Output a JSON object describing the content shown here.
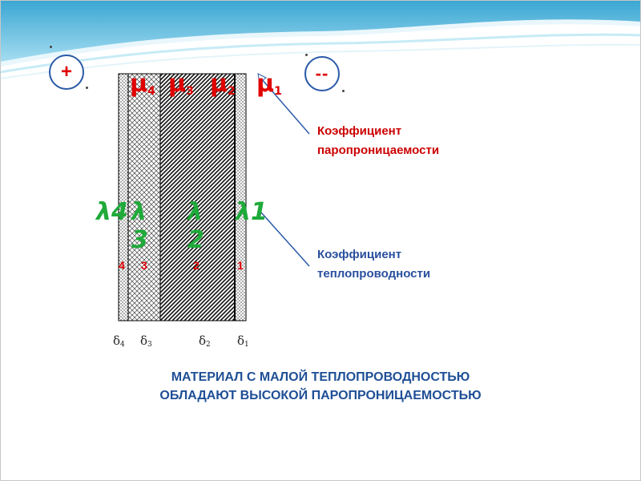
{
  "colors": {
    "red": "#e00000",
    "green": "#1faa3a",
    "blue": "#2a4f9e",
    "wave_top": "#4bb0d6"
  },
  "icons": {
    "plus": "+",
    "minus": "--"
  },
  "mu_labels": [
    {
      "base": "μ",
      "sub": "4"
    },
    {
      "base": "μ",
      "sub": "3"
    },
    {
      "base": "μ",
      "sub": "2"
    },
    {
      "base": "μ",
      "sub": "1"
    }
  ],
  "lambda_labels": {
    "l4": "λ4",
    "l3a": "λ",
    "l3b": "3",
    "l2a": "λ",
    "l2b": "2",
    "l1": "λ1"
  },
  "layer_indices": [
    "4",
    "3",
    "2",
    "1"
  ],
  "deltas": [
    {
      "base": "δ",
      "sub": "4"
    },
    {
      "base": "δ",
      "sub": "3"
    },
    {
      "base": "δ",
      "sub": "2"
    },
    {
      "base": "δ",
      "sub": "1"
    }
  ],
  "labels": {
    "vapor_line1": "Коэффициент",
    "vapor_line2": "паропроницаемости",
    "thermal_line1": "Коэффициент",
    "thermal_line2": "теплопроводности"
  },
  "conclusion": {
    "line1": "МАТЕРИАЛ С МАЛОЙ ТЕПЛОПРОВОДНОСТЬЮ",
    "line2": "ОБЛАДАЮТ ВЫСОКОЙ ПАРОПРОНИЦАЕМОСТЬЮ"
  }
}
